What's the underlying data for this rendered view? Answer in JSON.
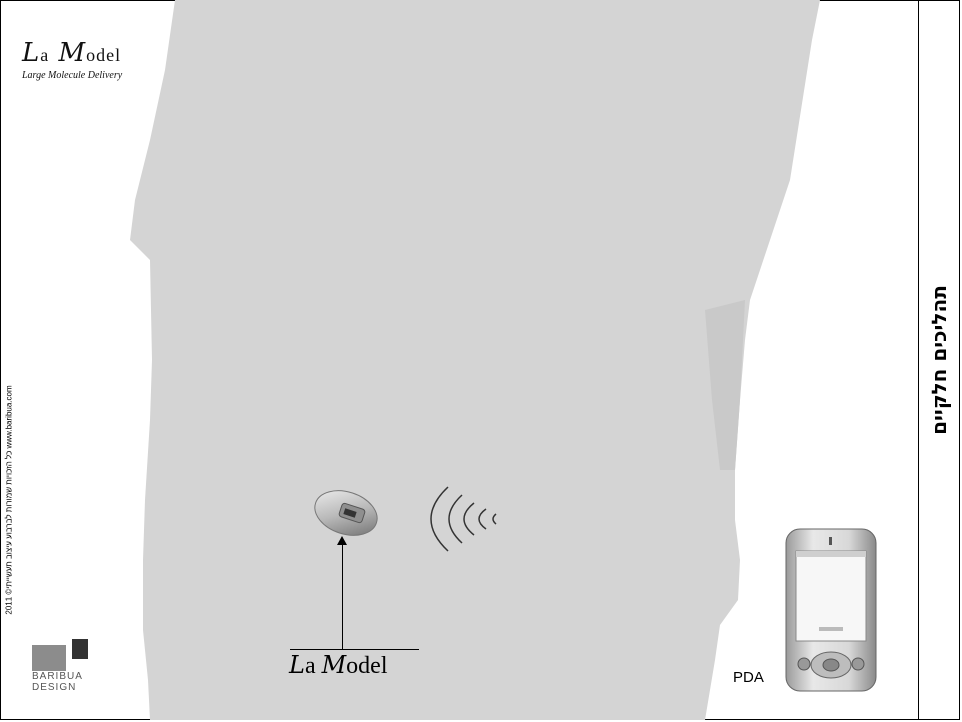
{
  "side_title": "תהליכים חלקיים",
  "logo": {
    "initial_l": "L",
    "rest_a": "a",
    "initial_m": "M",
    "rest_odel": "odel",
    "tagline": "Large Molecule Delivery"
  },
  "copyright": "2011 ©כל הזכויות שמורות לברבוע עיצוב תעשייתי www.baribua.com",
  "device_label": {
    "l": "L",
    "a": "a ",
    "m": "M",
    "odel": "odel"
  },
  "pda_label": "PDA",
  "brand": {
    "line1": "BARIBUA",
    "line2": "DESIGN"
  },
  "colors": {
    "silhouette": "#d4d4d4",
    "frame": "#000000"
  }
}
